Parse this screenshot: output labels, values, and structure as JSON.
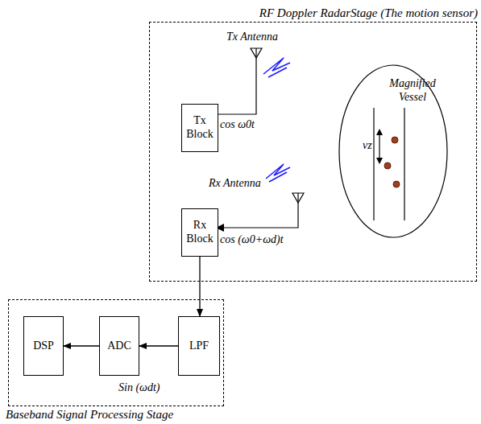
{
  "diagram": {
    "nodes": [
      {
        "text": [
          "RF Doppler RadarStage (The motion sensor)"
        ]
      },
      {
        "text": [
          "Tx Block"
        ],
        "in": 0
      },
      {
        "text": [
          "Magnified Vessel"
        ],
        "in": 0
      },
      {
        "text": [
          "Rx Block"
        ],
        "in": 0
      },
      {
        "text": [
          "Baseband Signal Processing Stage"
        ]
      },
      {
        "text": [
          "DSP"
        ],
        "in": 4
      },
      {
        "text": [
          "ADC"
        ],
        "in": 4
      },
      {
        "text": [
          "LPF"
        ],
        "in": 4
      }
    ],
    "edges": [
      {
        "from": 3,
        "to": 7,
        "arrow": "to"
      },
      {
        "from": 7,
        "to": 6,
        "arrow": "to"
      },
      {
        "from": 6,
        "to": 5,
        "arrow": "to"
      }
    ],
    "labels": [
      "Tx Antenna",
      "cos ω0t",
      "Rx Antenna",
      "cos (ω0+ωd)t",
      "vz",
      "Sin (ωdt)"
    ]
  }
}
